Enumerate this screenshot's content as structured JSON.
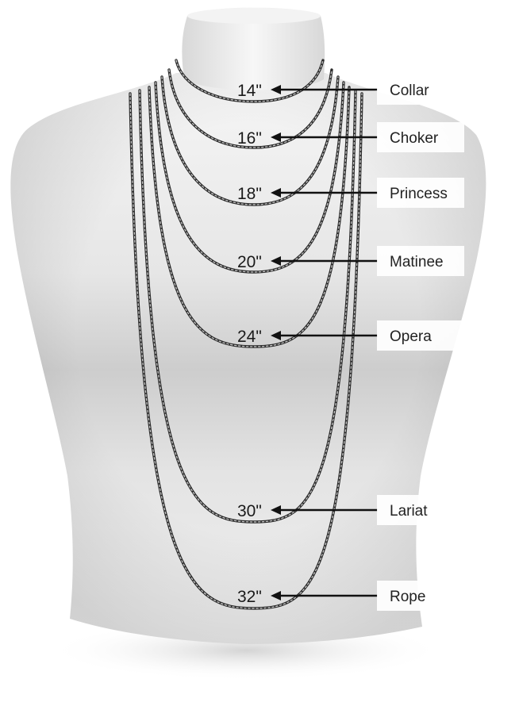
{
  "necklaces": [
    {
      "length": "14\"",
      "name": "Collar"
    },
    {
      "length": "16\"",
      "name": "Choker"
    },
    {
      "length": "18\"",
      "name": "Princess"
    },
    {
      "length": "20\"",
      "name": "Matinee"
    },
    {
      "length": "24\"",
      "name": "Opera"
    },
    {
      "length": "30\"",
      "name": "Lariat"
    },
    {
      "length": "32\"",
      "name": "Rope"
    }
  ],
  "colors": {
    "chain": "#2a2a2a",
    "pointer": "#111111",
    "mannequin_light": "#f4f4f4",
    "mannequin_shadow": "#c9c9c9"
  }
}
